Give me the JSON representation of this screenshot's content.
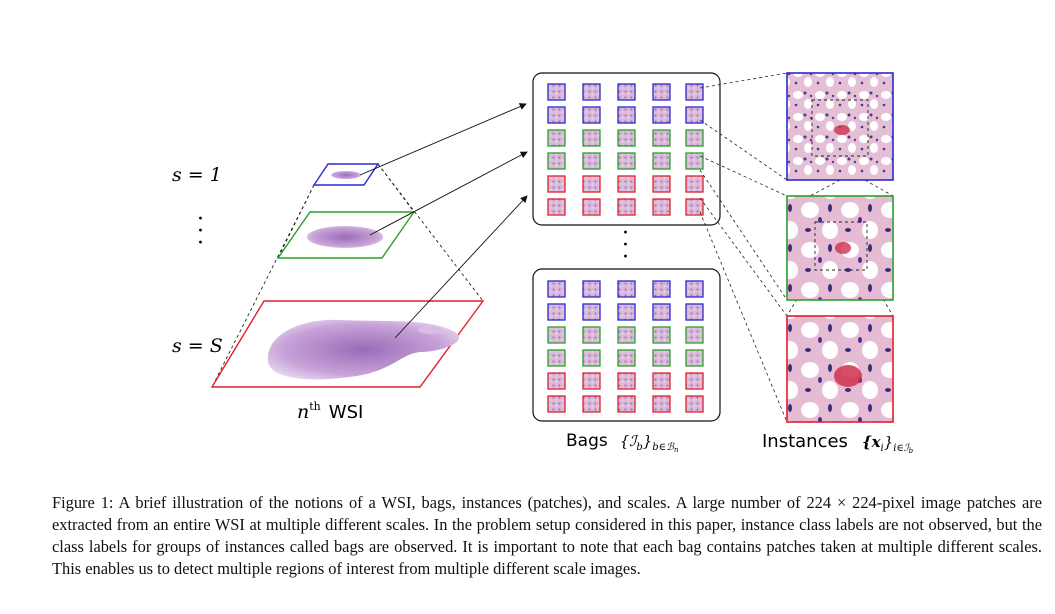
{
  "figure": {
    "scale_top_label": "s = 1",
    "scale_bottom_label": "s = S",
    "vertical_dots": "⋮",
    "wsi_label_sup": "th",
    "wsi_label_n": "n",
    "wsi_label_text": "WSI",
    "bags_label_text": "Bags",
    "bags_label_math": "{ℐ",
    "bags_label_sub": "b",
    "bags_label_close": "}",
    "bags_label_sub2": "b∈ℬ",
    "bags_label_sub3": "n",
    "instances_label_text": "Instances",
    "instances_label_math": "{x",
    "instances_label_sub": "i",
    "instances_label_close": "}",
    "instances_label_sub2": "i∈ℐ",
    "instances_label_sub3": "b",
    "colors": {
      "scale1": "#2a2ad0",
      "scale2": "#2aa02a",
      "scale3": "#e0202a",
      "tissue": "#b88ac8",
      "tissue_dark": "#8a5aa8"
    }
  },
  "caption": {
    "text": "Figure 1: A brief illustration of the notions of a WSI, bags, instances (patches), and scales. A large number of 224 × 224-pixel image patches are extracted from an entire WSI at multiple different scales. In the problem setup considered in this paper, instance class labels are not observed, but the class labels for groups of instances called bags are observed. It is important to note that each bag contains patches taken at multiple different scales. This enables us to detect multiple regions of interest from multiple different scale images."
  }
}
